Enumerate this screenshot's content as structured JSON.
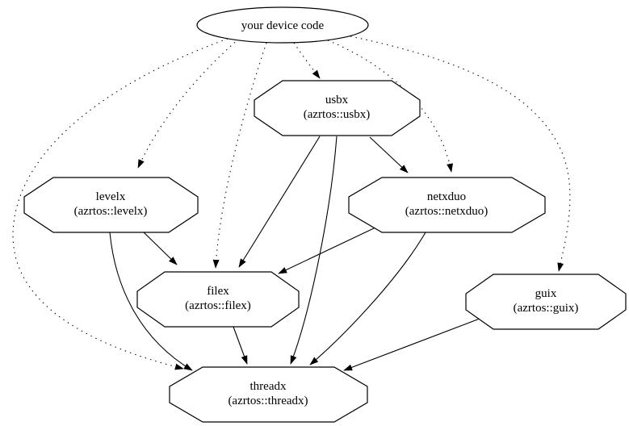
{
  "diagram": {
    "type": "dependency-graph",
    "background_color": "#ffffff",
    "line_color": "#000000",
    "text_color": "#000000",
    "nodes": [
      {
        "id": "device",
        "label": "your device code",
        "sublabel": "",
        "shape": "ellipse"
      },
      {
        "id": "usbx",
        "label": "usbx",
        "sublabel": "(azrtos::usbx)",
        "shape": "octagon"
      },
      {
        "id": "levelx",
        "label": "levelx",
        "sublabel": "(azrtos::levelx)",
        "shape": "octagon"
      },
      {
        "id": "netxduo",
        "label": "netxduo",
        "sublabel": "(azrtos::netxduo)",
        "shape": "octagon"
      },
      {
        "id": "filex",
        "label": "filex",
        "sublabel": "(azrtos::filex)",
        "shape": "octagon"
      },
      {
        "id": "guix",
        "label": "guix",
        "sublabel": "(azrtos::guix)",
        "shape": "octagon"
      },
      {
        "id": "threadx",
        "label": "threadx",
        "sublabel": "(azrtos::threadx)",
        "shape": "octagon"
      }
    ],
    "edges": [
      {
        "from": "device",
        "to": "usbx",
        "style": "dotted"
      },
      {
        "from": "device",
        "to": "levelx",
        "style": "dotted"
      },
      {
        "from": "device",
        "to": "netxduo",
        "style": "dotted"
      },
      {
        "from": "device",
        "to": "filex",
        "style": "dotted"
      },
      {
        "from": "device",
        "to": "guix",
        "style": "dotted"
      },
      {
        "from": "device",
        "to": "threadx",
        "style": "dotted"
      },
      {
        "from": "usbx",
        "to": "netxduo",
        "style": "solid"
      },
      {
        "from": "usbx",
        "to": "filex",
        "style": "solid"
      },
      {
        "from": "usbx",
        "to": "threadx",
        "style": "solid"
      },
      {
        "from": "levelx",
        "to": "filex",
        "style": "solid"
      },
      {
        "from": "levelx",
        "to": "threadx",
        "style": "solid"
      },
      {
        "from": "netxduo",
        "to": "filex",
        "style": "solid"
      },
      {
        "from": "netxduo",
        "to": "threadx",
        "style": "solid"
      },
      {
        "from": "filex",
        "to": "threadx",
        "style": "solid"
      },
      {
        "from": "guix",
        "to": "threadx",
        "style": "solid"
      }
    ]
  }
}
